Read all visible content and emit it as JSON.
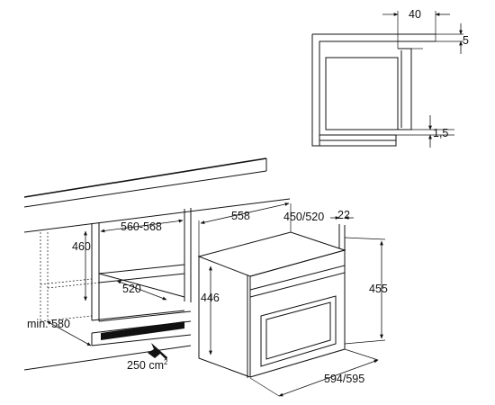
{
  "labels": {
    "top_depth": "40",
    "top_gap": "5",
    "bottom_gap": "1,5",
    "cavity_width": "560-568",
    "cavity_height": "460",
    "cavity_depth": "520",
    "min_depth": "min. 580",
    "vent_area": "250 cm",
    "vent_area_sup": "2",
    "oven_depth": "558",
    "panel_depth": "450/520",
    "door_thickness": "22",
    "oven_body_height": "446",
    "oven_front_height": "455",
    "oven_width": "594/595"
  }
}
